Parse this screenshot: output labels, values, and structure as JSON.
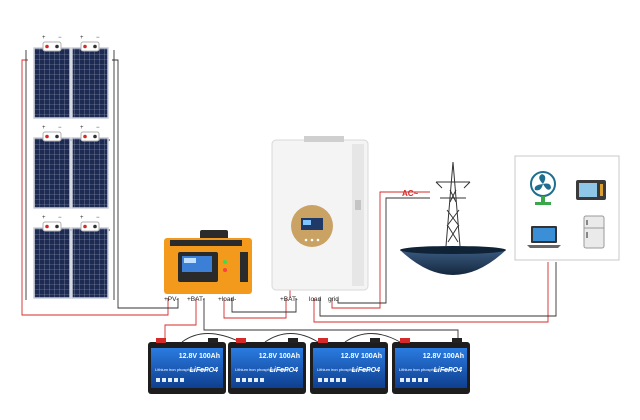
{
  "controller": {
    "terminals": [
      "+PV-",
      "+BAT-",
      "+load-"
    ]
  },
  "inverter": {
    "terminals": [
      "+BAT-",
      "load",
      "grid"
    ]
  },
  "grid_label": "AC~",
  "panel_polarity": {
    "positive": "+",
    "negative": "−"
  },
  "battery": {
    "rating": "12.8V 100Ah",
    "chemistry": "LiFePO4",
    "subtitle": "Lithium iron phosphate battery"
  },
  "appliances": [
    "fan-icon",
    "microwave-icon",
    "laptop-icon",
    "fridge-icon"
  ],
  "colors": {
    "positive_wire": "#d42a2a",
    "negative_wire": "#333333",
    "controller_orange": "#f39a1c",
    "inverter_gold": "#c9a264",
    "battery_blue": "#1a63c9",
    "ground_navy": "#1d3550"
  }
}
